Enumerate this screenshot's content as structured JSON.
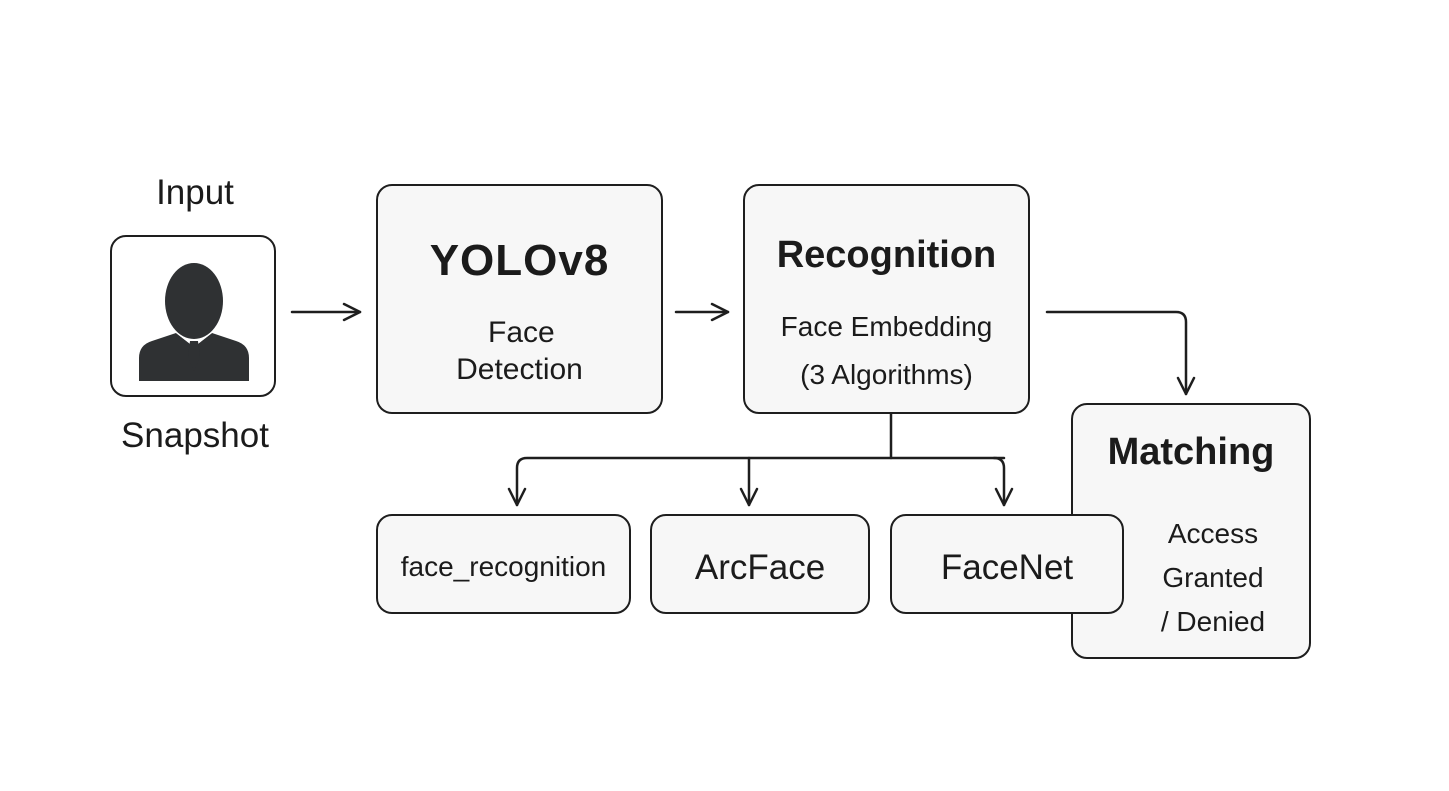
{
  "input": {
    "title": "Input",
    "caption": "Snapshot",
    "icon": "person-silhouette-icon"
  },
  "detection": {
    "title": "YOLOv8",
    "subtitle_line1": "Face",
    "subtitle_line2": "Detection"
  },
  "recognition": {
    "title": "Recognition",
    "subtitle_line1": "Face Embedding",
    "subtitle_line2": "(3 Algorithms)"
  },
  "algorithms": [
    {
      "label": "face_recognition"
    },
    {
      "label": "ArcFace"
    },
    {
      "label": "FaceNet"
    }
  ],
  "matching": {
    "title": "Matching",
    "result_line1": "Access",
    "result_line2": "Granted",
    "result_line3": "/ Denied"
  },
  "colors": {
    "stroke": "#1e1e1e",
    "box_fill": "#f7f7f7",
    "icon_fill": "#2f3133",
    "background": "#ffffff"
  }
}
